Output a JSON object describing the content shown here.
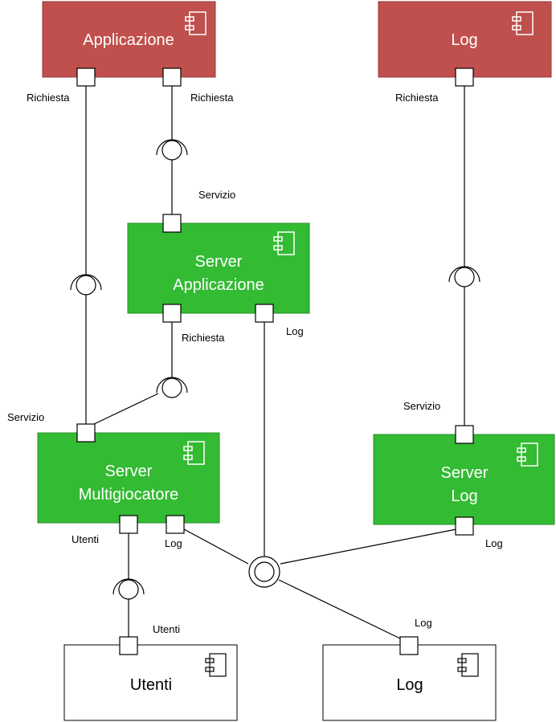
{
  "colors": {
    "red_fill": "#c0504d",
    "red_stroke": "#963a37",
    "green_fill": "#33bb33",
    "green_stroke": "#2a8f2a",
    "white_fill": "#ffffff",
    "line": "#000000"
  },
  "components": {
    "applicazione": {
      "lines": [
        "Applicazione"
      ],
      "icon": "component-icon"
    },
    "log_top": {
      "lines": [
        "Log"
      ],
      "icon": "component-icon"
    },
    "server_applicazione": {
      "lines": [
        "Server",
        "Applicazione"
      ],
      "icon": "component-icon"
    },
    "server_multigiocatore": {
      "lines": [
        "Server",
        "Multigiocatore"
      ],
      "icon": "component-icon"
    },
    "server_log": {
      "lines": [
        "Server",
        "Log"
      ],
      "icon": "component-icon"
    },
    "utenti": {
      "lines": [
        "Utenti"
      ],
      "icon": "component-icon"
    },
    "log_bottom": {
      "lines": [
        "Log"
      ],
      "icon": "component-icon"
    }
  },
  "labels": {
    "app_richiesta_left": "Richiesta",
    "app_richiesta_right": "Richiesta",
    "log_top_richiesta": "Richiesta",
    "sa_servizio": "Servizio",
    "sa_richiesta": "Richiesta",
    "sa_log": "Log",
    "sm_servizio": "Servizio",
    "sm_utenti": "Utenti",
    "sm_log": "Log",
    "sl_servizio": "Servizio",
    "sl_log": "Log",
    "utenti_port": "Utenti",
    "log_bottom_port": "Log"
  }
}
